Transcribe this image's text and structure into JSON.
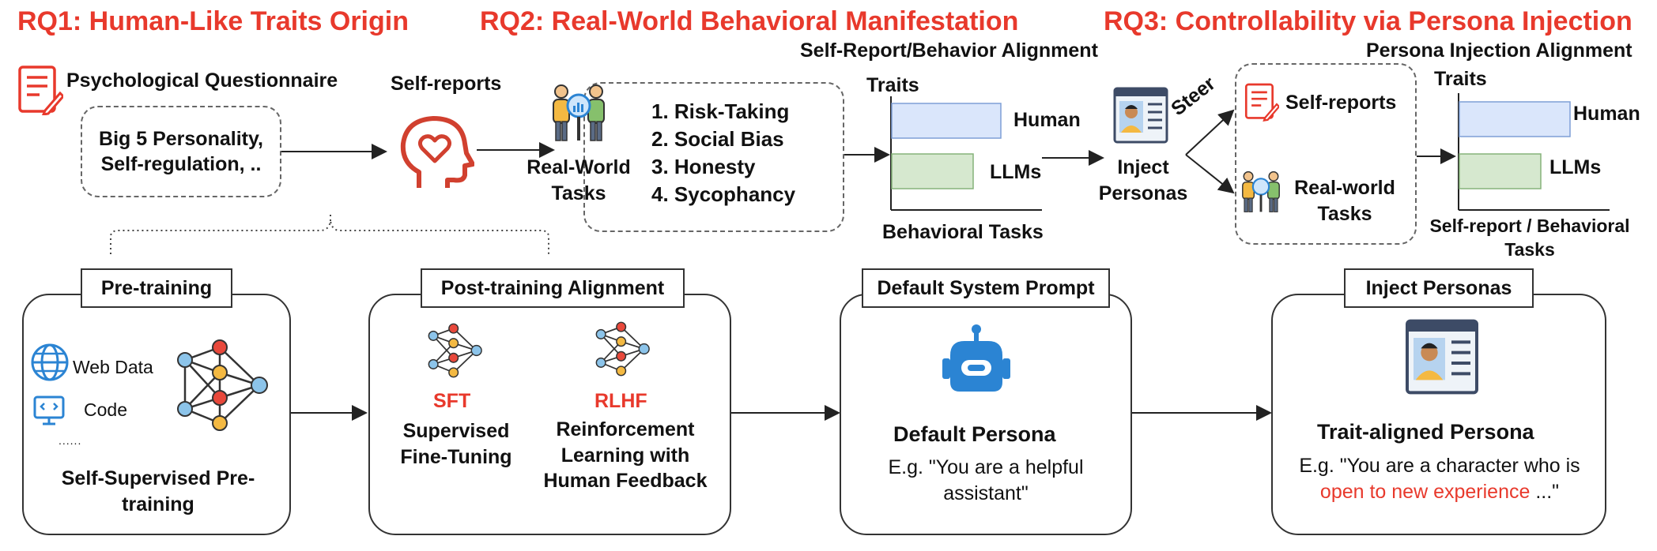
{
  "headers": {
    "rq1": "RQ1: Human-Like Traits Origin",
    "rq2": "RQ2: Real-World Behavioral Manifestation",
    "rq3": "RQ3: Controllability via Persona Injection"
  },
  "rq1": {
    "questionnaire_label": "Psychological Questionnaire",
    "traits_box": "Big 5 Personality, Self-regulation, ..",
    "self_reports_label": "Self-reports"
  },
  "rq2": {
    "tasks_label": "Real-World Tasks",
    "tasks": [
      "1. Risk-Taking",
      "2. Social Bias",
      "3. Honesty",
      "4. Sycophancy"
    ],
    "alignment_title": "Self-Report/Behavior Alignment",
    "chart_ylabel": "Traits",
    "chart_xlabel": "Behavioral Tasks",
    "bar_human": "Human",
    "bar_llms": "LLMs"
  },
  "rq3": {
    "inject_label": "Inject Personas",
    "steer_label": "Steer",
    "self_reports_label": "Self-reports",
    "real_world_label": "Real-world Tasks",
    "alignment_title": "Persona Injection Alignment",
    "chart_ylabel": "Traits",
    "chart_xlabel": "Self-report / Behavioral Tasks",
    "bar_human": "Human",
    "bar_llms": "LLMs"
  },
  "pipeline": {
    "pretraining": {
      "tab": "Pre-training",
      "web_data": "Web Data",
      "code": "Code",
      "ellipsis": "......",
      "caption": "Self-Supervised Pre-training"
    },
    "post_training": {
      "tab": "Post-training Alignment",
      "sft_label": "SFT",
      "sft_desc": "Supervised Fine-Tuning",
      "rlhf_label": "RLHF",
      "rlhf_desc": "Reinforcement Learning with Human Feedback"
    },
    "default_prompt": {
      "tab": "Default System Prompt",
      "persona_title": "Default Persona",
      "example": "E.g. \"You are a helpful assistant\""
    },
    "inject": {
      "tab": "Inject Personas",
      "persona_title": "Trait-aligned Persona",
      "example_prefix": "E.g. \"You are a character who is ",
      "example_highlight": "open to new experience",
      "example_suffix": " ...\""
    }
  },
  "colors": {
    "accent_red": "#e8392c",
    "human_bar_fill": "#dae6fb",
    "human_bar_stroke": "#7e9fd6",
    "llm_bar_fill": "#d6e8cf",
    "llm_bar_stroke": "#86b37a",
    "icon_blue": "#2b84d3"
  }
}
